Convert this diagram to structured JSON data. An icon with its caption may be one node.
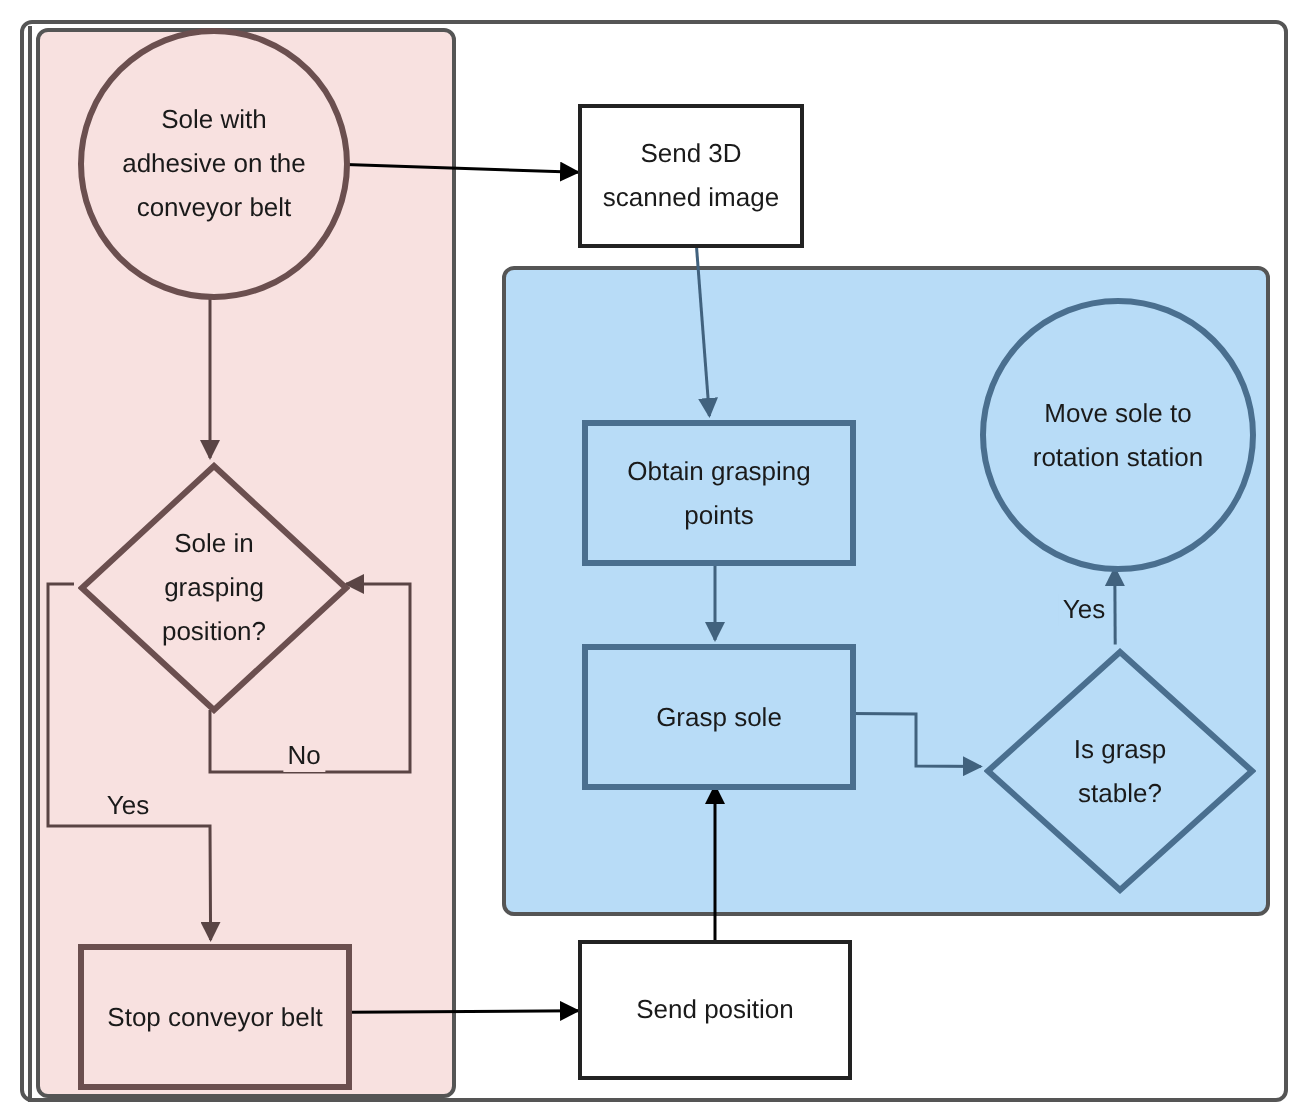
{
  "diagram": {
    "nodes": [
      {
        "text": [],
        "shape": "box"
      },
      {
        "text": [
          "Sole with adhesive on the conveyor belt"
        ],
        "in": 0
      },
      {
        "text": [
          "Sole in grasping position?"
        ],
        "in": 0
      },
      {
        "text": [
          "Stop conveyor belt"
        ],
        "in": 0
      },
      {
        "text": [
          "Send 3D scanned image"
        ]
      },
      {
        "text": [],
        "shape": "box"
      },
      {
        "text": [
          "Obtain grasping points"
        ],
        "in": 5
      },
      {
        "text": [
          "Grasp sole"
        ],
        "in": 5
      },
      {
        "text": [
          "Is grasp stable?"
        ],
        "in": 5
      },
      {
        "text": [
          "Move sole to rotation station"
        ],
        "in": 5
      },
      {
        "text": [
          "Send position"
        ]
      }
    ],
    "edges": [
      {
        "from": 1,
        "to": 4,
        "arrow": "to",
        "color": "#000000"
      },
      {
        "from": 1,
        "to": 2,
        "arrow": "to",
        "color": "#5a4444"
      },
      {
        "from": 2,
        "to": 2,
        "arrow": "to",
        "label": "No",
        "color": "#5a4444"
      },
      {
        "from": 2,
        "to": 3,
        "arrow": "to",
        "label": "Yes",
        "color": "#5a4444"
      },
      {
        "from": 3,
        "to": 10,
        "arrow": "to",
        "color": "#000000"
      },
      {
        "from": 10,
        "to": 7,
        "arrow": "to",
        "color": "#000000"
      },
      {
        "from": 4,
        "to": 6,
        "arrow": "to"
      },
      {
        "from": 6,
        "to": 7,
        "arrow": "to"
      },
      {
        "from": 7,
        "to": 8,
        "arrow": "to"
      },
      {
        "from": 8,
        "to": 9,
        "arrow": "to",
        "label": "Yes"
      }
    ]
  }
}
